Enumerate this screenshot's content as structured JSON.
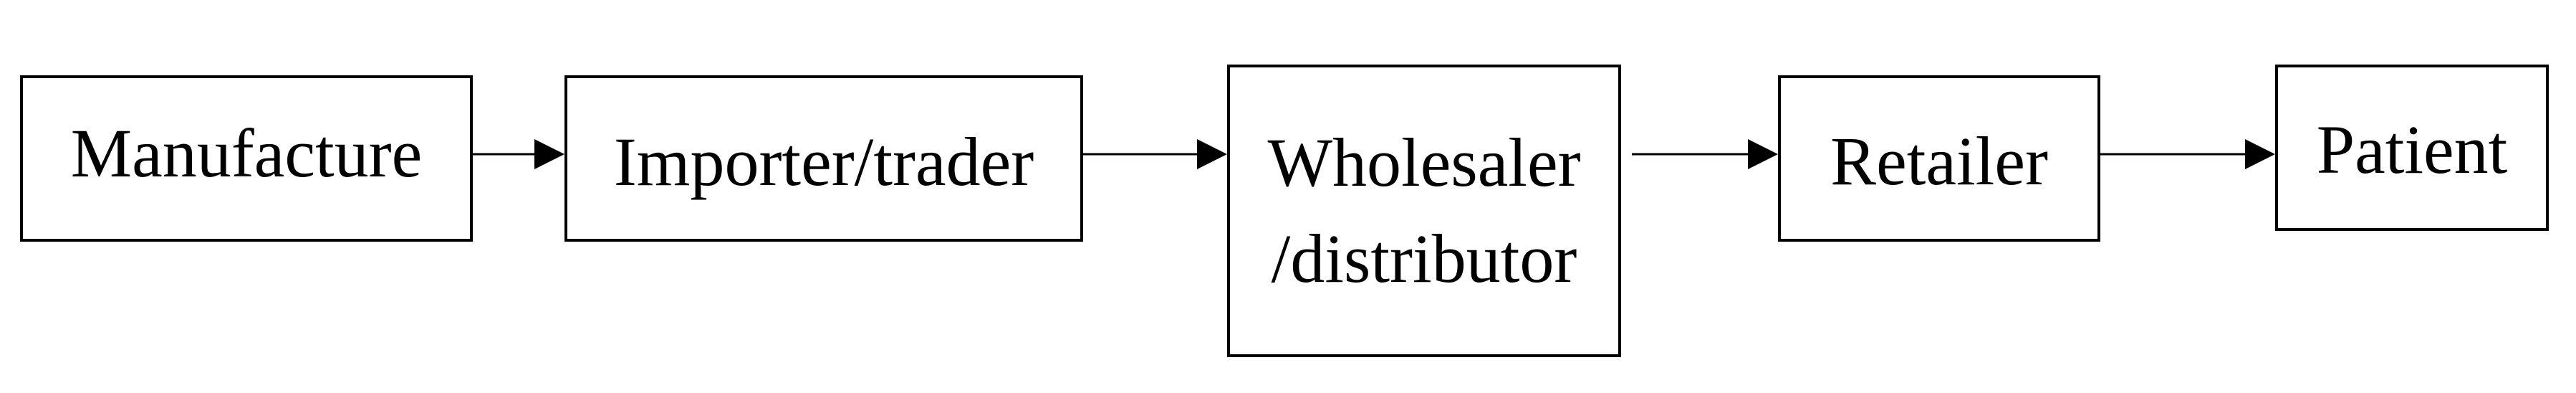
{
  "diagram": {
    "nodes": [
      {
        "id": "n1",
        "label": "Manufacture"
      },
      {
        "id": "n2",
        "label": "Importer/trader"
      },
      {
        "id": "n3",
        "label_line1": "Wholesaler",
        "label_line2": "/distributor"
      },
      {
        "id": "n4",
        "label": "Retailer"
      },
      {
        "id": "n5",
        "label": "Patient"
      }
    ],
    "edges": [
      {
        "from": "n1",
        "to": "n2"
      },
      {
        "from": "n2",
        "to": "n3"
      },
      {
        "from": "n3",
        "to": "n4"
      },
      {
        "from": "n4",
        "to": "n5"
      }
    ],
    "colors": {
      "stroke": "#000000",
      "background": "#ffffff"
    }
  }
}
